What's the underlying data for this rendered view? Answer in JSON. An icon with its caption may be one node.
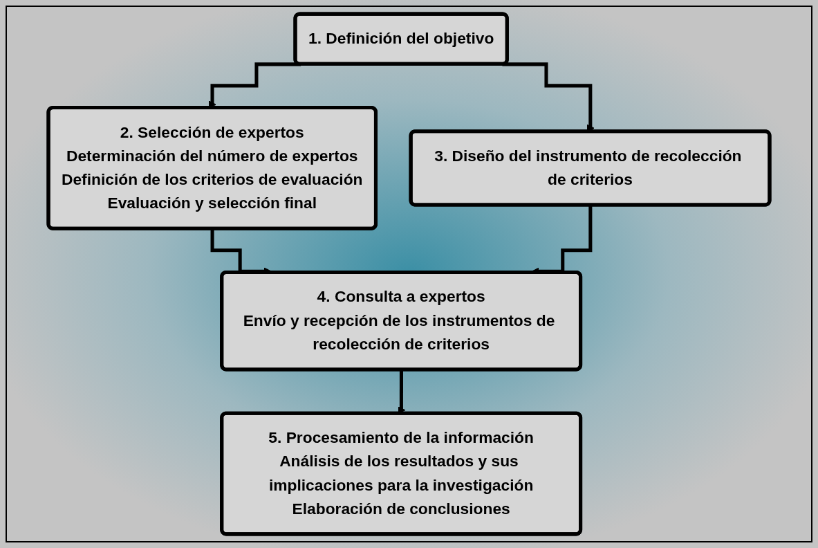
{
  "diagram": {
    "nodes": [
      {
        "text": [
          "1. Definición del objetivo"
        ]
      },
      {
        "text": [
          "2. Selección de expertos",
          "Determinación del número de expertos",
          "Definición de los criterios de evaluación",
          "Evaluación y selección final"
        ]
      },
      {
        "text": [
          "3. Diseño del instrumento de recolección de criterios"
        ]
      },
      {
        "text": [
          "4. Consulta a expertos",
          "Envío y recepción de los instrumentos de recolección de criterios"
        ]
      },
      {
        "text": [
          "5. Procesamiento de la información",
          "Análisis de los resultados y sus implicaciones para la investigación",
          "Elaboración de conclusiones"
        ]
      }
    ],
    "edges": [
      {
        "from": 0,
        "to": 1,
        "arrow": "to"
      },
      {
        "from": 0,
        "to": 2,
        "arrow": "to"
      },
      {
        "from": 1,
        "to": 3,
        "arrow": "to"
      },
      {
        "from": 2,
        "to": 3,
        "arrow": "to"
      },
      {
        "from": 3,
        "to": 4,
        "arrow": "to"
      }
    ]
  }
}
